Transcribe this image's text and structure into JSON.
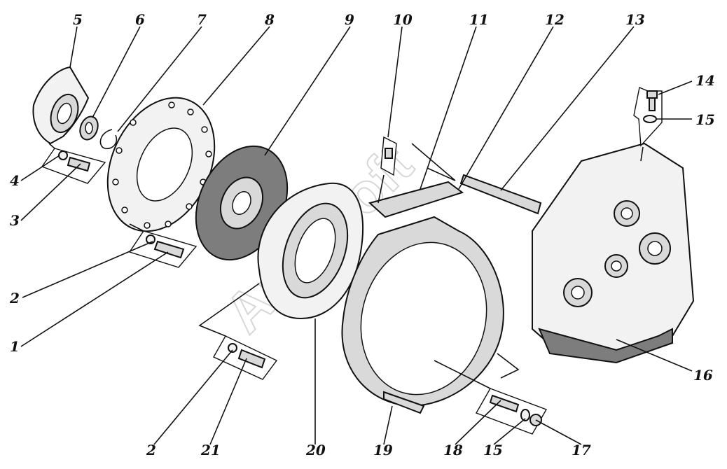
{
  "watermark": "AutoSoft",
  "labels": {
    "l1": "1",
    "l2a": "2",
    "l2b": "2",
    "l3": "3",
    "l4": "4",
    "l5": "5",
    "l6": "6",
    "l7": "7",
    "l8": "8",
    "l9": "9",
    "l10": "10",
    "l11": "11",
    "l12": "12",
    "l13": "13",
    "l14": "14",
    "l15a": "15",
    "l15b": "15",
    "l16": "16",
    "l17": "17",
    "l18": "18",
    "l19": "19",
    "l20": "20",
    "l21": "21"
  }
}
